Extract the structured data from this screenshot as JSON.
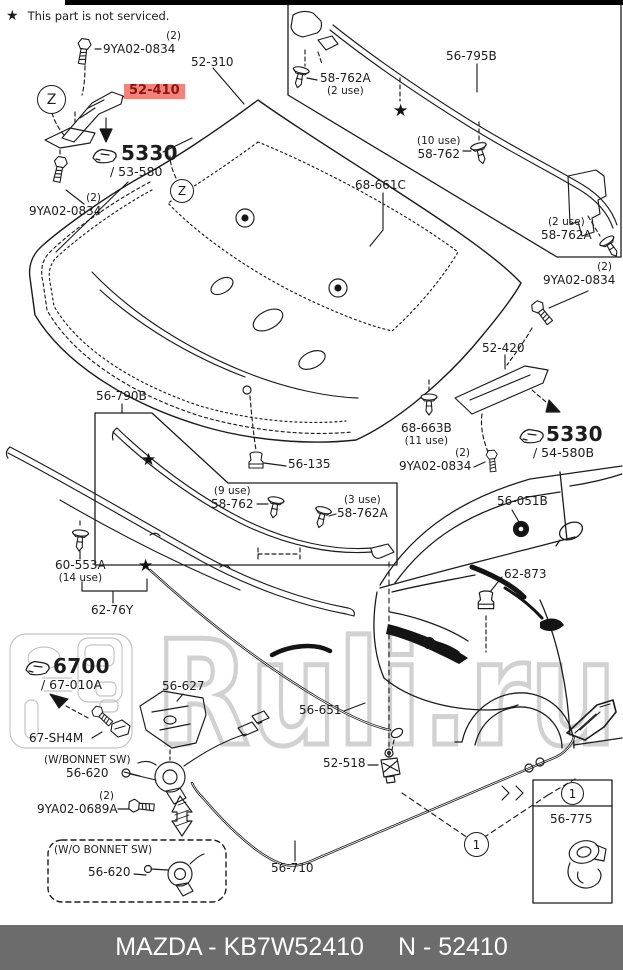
{
  "page": {
    "star_glyph": "★",
    "top_note": "This part is not serviced.",
    "watermark": "Ruli.ru",
    "footer": {
      "catalog": "MAZDA - KB7W52410",
      "part": "N - 52410"
    }
  },
  "markers": {
    "zone": "Z",
    "callout": "1"
  },
  "colors": {
    "highlight_bg": "#f2837b",
    "highlight_text": "#8c1511",
    "footer_bg": "#6c6c6c",
    "line": "#1c1c1c",
    "watermark": "#c9c9c9"
  },
  "labels": [
    {
      "part": "9YA02-0834",
      "qty": "(2)"
    },
    {
      "part": "52-410",
      "highlighted": true
    },
    {
      "part": "52-310"
    },
    {
      "part": "5330",
      "sub": "/ 53-580"
    },
    {
      "part": "9YA02-0834",
      "qty": "(2)"
    },
    {
      "part": "68-661C"
    },
    {
      "part": "58-762A",
      "qty": "(2 use)"
    },
    {
      "part": "56-795B"
    },
    {
      "part": "58-762",
      "qty": "(10 use)"
    },
    {
      "part": "58-762A",
      "qty": "(2 use)"
    },
    {
      "part": "9YA02-0834",
      "qty": "(2)"
    },
    {
      "part": "52-420"
    },
    {
      "part": "5330",
      "sub": "/ 54-580B"
    },
    {
      "part": "56-051B"
    },
    {
      "part": "62-873"
    },
    {
      "part": "68-663B",
      "qty": "(11 use)"
    },
    {
      "part": "9YA02-0834",
      "qty": "(2)"
    },
    {
      "part": "56-790B"
    },
    {
      "part": "56-135"
    },
    {
      "part": "58-762",
      "qty": "(9 use)"
    },
    {
      "part": "58-762A",
      "qty": "(3 use)"
    },
    {
      "part": "60-553A",
      "qty": "(14 use)"
    },
    {
      "part": "62-76Y"
    },
    {
      "part": "6700",
      "sub": "/ 67-010A"
    },
    {
      "part": "67-SH4M"
    },
    {
      "part": "56-627"
    },
    {
      "part": "56-620",
      "qty": "(W/BONNET SW)"
    },
    {
      "part": "9YA02-0689A",
      "qty": "(2)"
    },
    {
      "part": "56-620",
      "qty": "(W/O BONNET SW)"
    },
    {
      "part": "56-651"
    },
    {
      "part": "52-518"
    },
    {
      "part": "56-710"
    },
    {
      "part": "56-775"
    }
  ]
}
